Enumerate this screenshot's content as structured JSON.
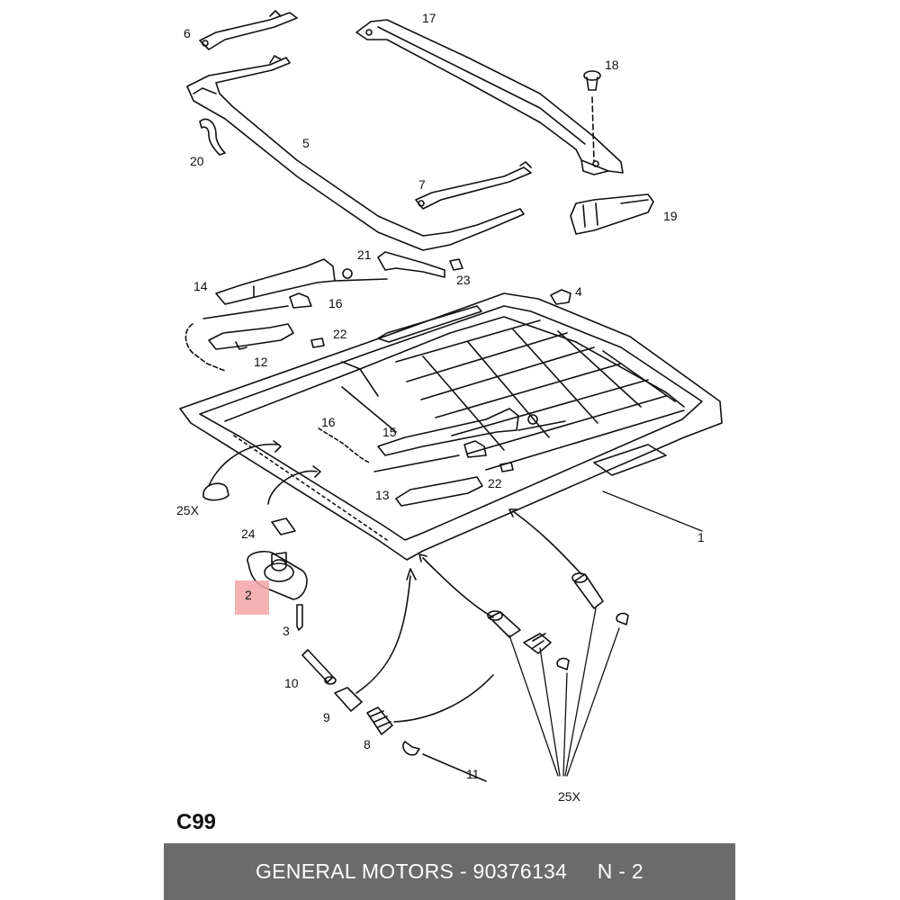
{
  "labels": {
    "p1": "1",
    "p2": "2",
    "p3": "3",
    "p4": "4",
    "p5": "5",
    "p6": "6",
    "p7": "7",
    "p8": "8",
    "p9": "9",
    "p10": "10",
    "p11": "11",
    "p12": "12",
    "p13": "13",
    "p14": "14",
    "p15": "15",
    "p16a": "16",
    "p16b": "16",
    "p17": "17",
    "p18": "18",
    "p19": "19",
    "p20": "20",
    "p21": "21",
    "p22a": "22",
    "p22b": "22",
    "p23": "23",
    "p24": "24",
    "p25a": "25X",
    "p25b": "25X"
  },
  "code": "C99",
  "footer": {
    "brand": "GENERAL MOTORS",
    "separator": " - ",
    "part_number": "90376134",
    "page": "N - 2"
  },
  "highlight_color": "#f4a3a8"
}
